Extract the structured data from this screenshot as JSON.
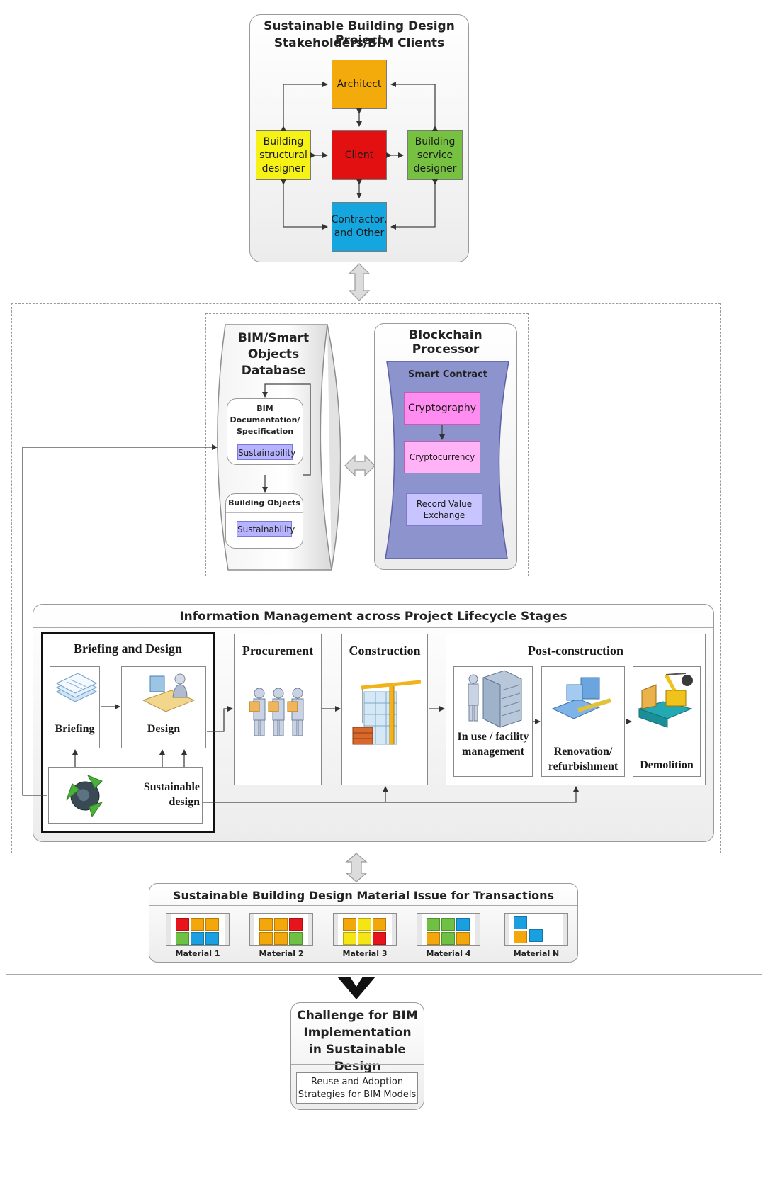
{
  "stakeholders": {
    "title_line1": "Sustainable Building Design Project",
    "title_line2": "Stakeholders/BIM Clients",
    "architect": "Architect",
    "client": "Client",
    "structural_designer": "Building structural designer",
    "service_designer": "Building service designer",
    "contractor": "Contractor, and Other"
  },
  "database": {
    "title": "BIM/Smart Objects Database",
    "doc_title": "BIM Documentation/ Specification",
    "doc_chip": "Sustainability",
    "objects_title": "Building Objects",
    "objects_chip": "Sustainability"
  },
  "blockchain": {
    "title": "Blockchain Processor",
    "smart_contract": "Smart Contract",
    "cryptography": "Cryptography",
    "cryptocurrency": "Cryptocurrency",
    "record": "Record Value Exchange"
  },
  "lifecycle": {
    "title": "Information Management across Project Lifecycle Stages",
    "briefing_design": "Briefing and Design",
    "briefing": "Briefing",
    "design": "Design",
    "sustainable_design": "Sustainable design",
    "procurement": "Procurement",
    "construction": "Construction",
    "post_construction": "Post-construction",
    "in_use": "In use / facility management",
    "renovation": "Renovation/ refurbishment",
    "demolition": "Demolition"
  },
  "materials": {
    "title": "Sustainable Building Design Material Issue for Transactions",
    "items": [
      {
        "label": "Material 1",
        "colors": [
          "#e8141b",
          "#f4a70b",
          "#f4a70b",
          "#6fc143",
          "#1aa0e0",
          "#1aa0e0"
        ]
      },
      {
        "label": "Material 2",
        "colors": [
          "#f4a70b",
          "#f4a70b",
          "#e8141b",
          "#f4a70b",
          "#f4a70b",
          "#6fc143"
        ]
      },
      {
        "label": "Material 3",
        "colors": [
          "#f4a70b",
          "#f6e514",
          "#f4a70b",
          "#f6e514",
          "#f6e514",
          "#e8141b"
        ]
      },
      {
        "label": "Material 4",
        "colors": [
          "#6fc143",
          "#6fc143",
          "#1aa0e0",
          "#f4a70b",
          "#6fc143",
          "#f4a70b"
        ]
      },
      {
        "label": "Material N",
        "colors": [
          "#1aa0e0",
          "#f4a70b",
          "#1aa0e0"
        ]
      }
    ]
  },
  "challenge": {
    "title": "Challenge for BIM Implementation in Sustainable Design",
    "subtitle": "Reuse and Adoption Strategies for BIM Models"
  }
}
